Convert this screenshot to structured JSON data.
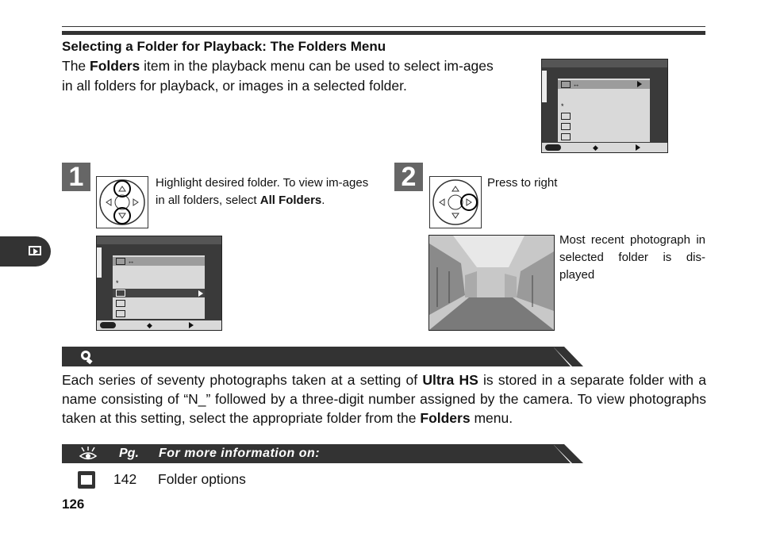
{
  "page": {
    "heading": "Selecting a Folder for Playback: The Folders Menu",
    "intro": {
      "before": "The ",
      "bold": "Folders",
      "after": " item in the playback menu can be used to select im-ages in all folders for playback, or images in a selected folder."
    },
    "steps": [
      {
        "number": "1",
        "text_before": "Highlight desired folder. To view im-ages in all folders, select ",
        "text_bold": "All Folders",
        "text_after": "."
      },
      {
        "number": "2",
        "text": "Press to right",
        "caption": "Most recent photograph in selected folder is dis-played"
      }
    ],
    "note": {
      "before": "Each series of seventy photographs taken at a setting of ",
      "bold1": "Ultra HS",
      "middle": " is stored in a separate folder with a name consisting of “N_” followed by a three-digit number assigned by the camera. To view photographs taken at this setting, select the appropriate folder from the ",
      "bold2": "Folders",
      "after": " menu."
    },
    "info": {
      "pg_label": "Pg.",
      "title": "For more information on:",
      "ref_page": "142",
      "ref_text": "Folder options"
    },
    "page_number": "126"
  }
}
